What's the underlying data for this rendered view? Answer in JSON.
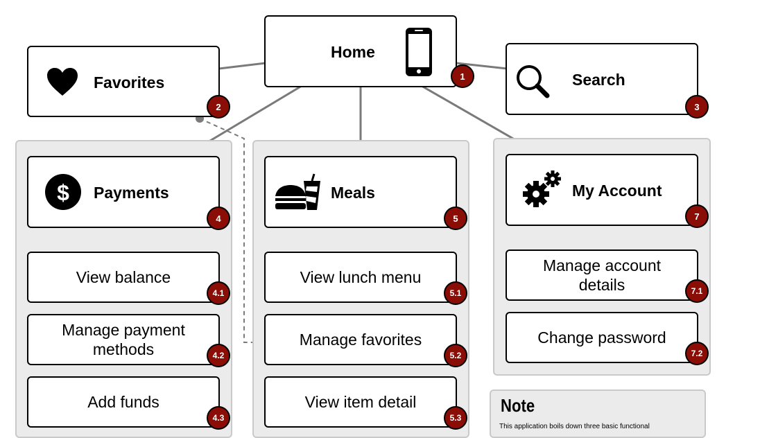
{
  "nodes": {
    "home": {
      "label": "Home",
      "badge": "1"
    },
    "favorites": {
      "label": "Favorites",
      "badge": "2"
    },
    "search": {
      "label": "Search",
      "badge": "3"
    },
    "payments": {
      "label": "Payments",
      "badge": "4"
    },
    "meals": {
      "label": "Meals",
      "badge": "5"
    },
    "my_account": {
      "label": "My Account",
      "badge": "7"
    }
  },
  "subnodes": {
    "view_balance": {
      "label": "View balance",
      "badge": "4.1"
    },
    "manage_payment_methods": {
      "label": "Manage payment methods",
      "badge": "4.2"
    },
    "add_funds": {
      "label": "Add funds",
      "badge": "4.3"
    },
    "view_lunch_menu": {
      "label": "View lunch menu",
      "badge": "5.1"
    },
    "manage_favorites": {
      "label": "Manage favorites",
      "badge": "5.2"
    },
    "view_item_detail": {
      "label": "View item detail",
      "badge": "5.3"
    },
    "manage_account_details": {
      "label": "Manage account details",
      "badge": "7.1"
    },
    "change_password": {
      "label": "Change password",
      "badge": "7.2"
    }
  },
  "note": {
    "title": "Note",
    "body": "This application boils down three basic functional"
  },
  "icons": {
    "home": "smartphone-icon",
    "favorites": "heart-icon",
    "search": "magnifier-icon",
    "payments": "dollar-coin-icon",
    "meals": "burger-and-drink-icon",
    "my_account": "gears-icon"
  },
  "colors": {
    "badge_fill": "#8b0e06",
    "group_fill": "#ebebeb",
    "connector": "#7a7a7a"
  }
}
